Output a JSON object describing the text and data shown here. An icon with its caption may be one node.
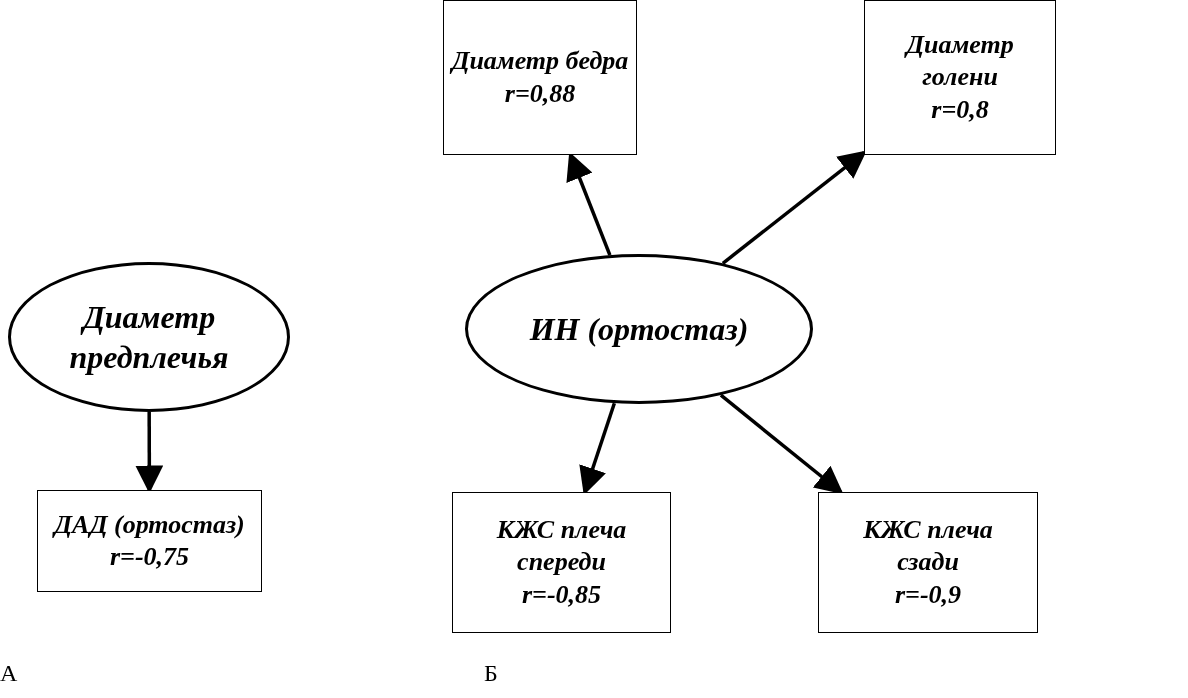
{
  "diagram": {
    "nodes": [
      {
        "text": [
          "Диаметр предплечья"
        ]
      },
      {
        "text": [
          "ДАД (ортостаз) r=-0,75"
        ]
      },
      {
        "text": [
          "Диаметр бедра r=0,88"
        ]
      },
      {
        "text": [
          "Диаметр голени r=0,8"
        ]
      },
      {
        "text": [
          "ИН (ортостаз)"
        ]
      },
      {
        "text": [
          "КЖС плеча спереди r=-0,85"
        ]
      },
      {
        "text": [
          "КЖС плеча сзади r=-0,9"
        ]
      }
    ],
    "edges": [
      {
        "from": 0,
        "to": 1,
        "arrow": "to"
      },
      {
        "from": 4,
        "to": 2,
        "arrow": "to"
      },
      {
        "from": 4,
        "to": 3,
        "arrow": "to"
      },
      {
        "from": 4,
        "to": 5,
        "arrow": "to"
      },
      {
        "from": 4,
        "to": 6,
        "arrow": "to"
      }
    ],
    "labels": [
      "А",
      "Б"
    ]
  }
}
